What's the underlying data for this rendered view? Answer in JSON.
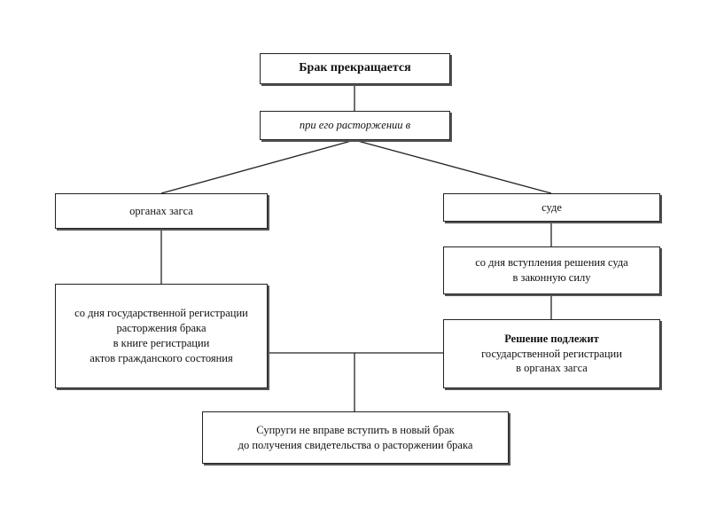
{
  "diagram": {
    "root": "Брак прекращается",
    "method": "при его расторжении в",
    "left_branch": {
      "title": "органах загса",
      "detail_lines": [
        "со дня государственной регистрации",
        "расторжения брака",
        "в книге регистрации",
        "актов гражданского состояния"
      ]
    },
    "right_branch": {
      "title": "суде",
      "effect_lines": [
        "со дня вступления решения суда",
        "в законную силу"
      ],
      "registration_lines": [
        "Решение подлежит",
        "государственной регистрации",
        "в органах загса"
      ]
    },
    "result_lines": [
      "Супруги не вправе вступить в новый брак",
      "до получения свидетельства о расторжении брака"
    ]
  }
}
